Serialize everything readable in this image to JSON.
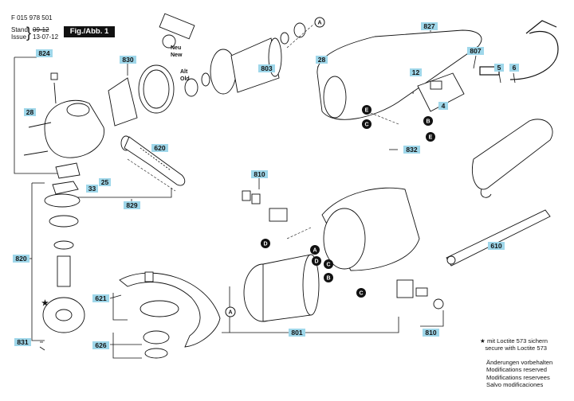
{
  "header": {
    "doc_number": "F 015 978 501",
    "stand_label": "Stand",
    "issue_label": "Issue",
    "stand_value": "09-12",
    "issue_value": "13-07-12",
    "figure_label": "Fig./Abb. 1"
  },
  "labels": {
    "l824": "824",
    "l28a": "28",
    "l830": "830",
    "l803": "803",
    "l827": "827",
    "l28b": "28",
    "l12": "12",
    "l807": "807",
    "l5": "5",
    "l6": "6",
    "l4": "4",
    "l620": "620",
    "l33": "33",
    "l25": "25",
    "l829": "829",
    "l810a": "810",
    "l832": "832",
    "l820": "820",
    "l610": "610",
    "l621": "621",
    "l626": "626",
    "l831": "831",
    "l801": "801",
    "l810b": "810"
  },
  "tags": {
    "neu": "Neu",
    "new": "New",
    "alt": "Alt",
    "old": "Old",
    "star": "★"
  },
  "callouts": {
    "A": "A",
    "B": "B",
    "C": "C",
    "D": "D",
    "E": "E"
  },
  "notes": {
    "loctite_de": "mit Loctite 573 sichern",
    "loctite_en": "secure with Loctite 573",
    "mod_de": "Änderungen vorbehalten",
    "mod_en": "Modifications reserved",
    "mod_fr": "Modifications reservees",
    "mod_es": "Salvo modificaciones"
  },
  "colors": {
    "label_box": "#9fd7ea",
    "ink": "#111111"
  }
}
